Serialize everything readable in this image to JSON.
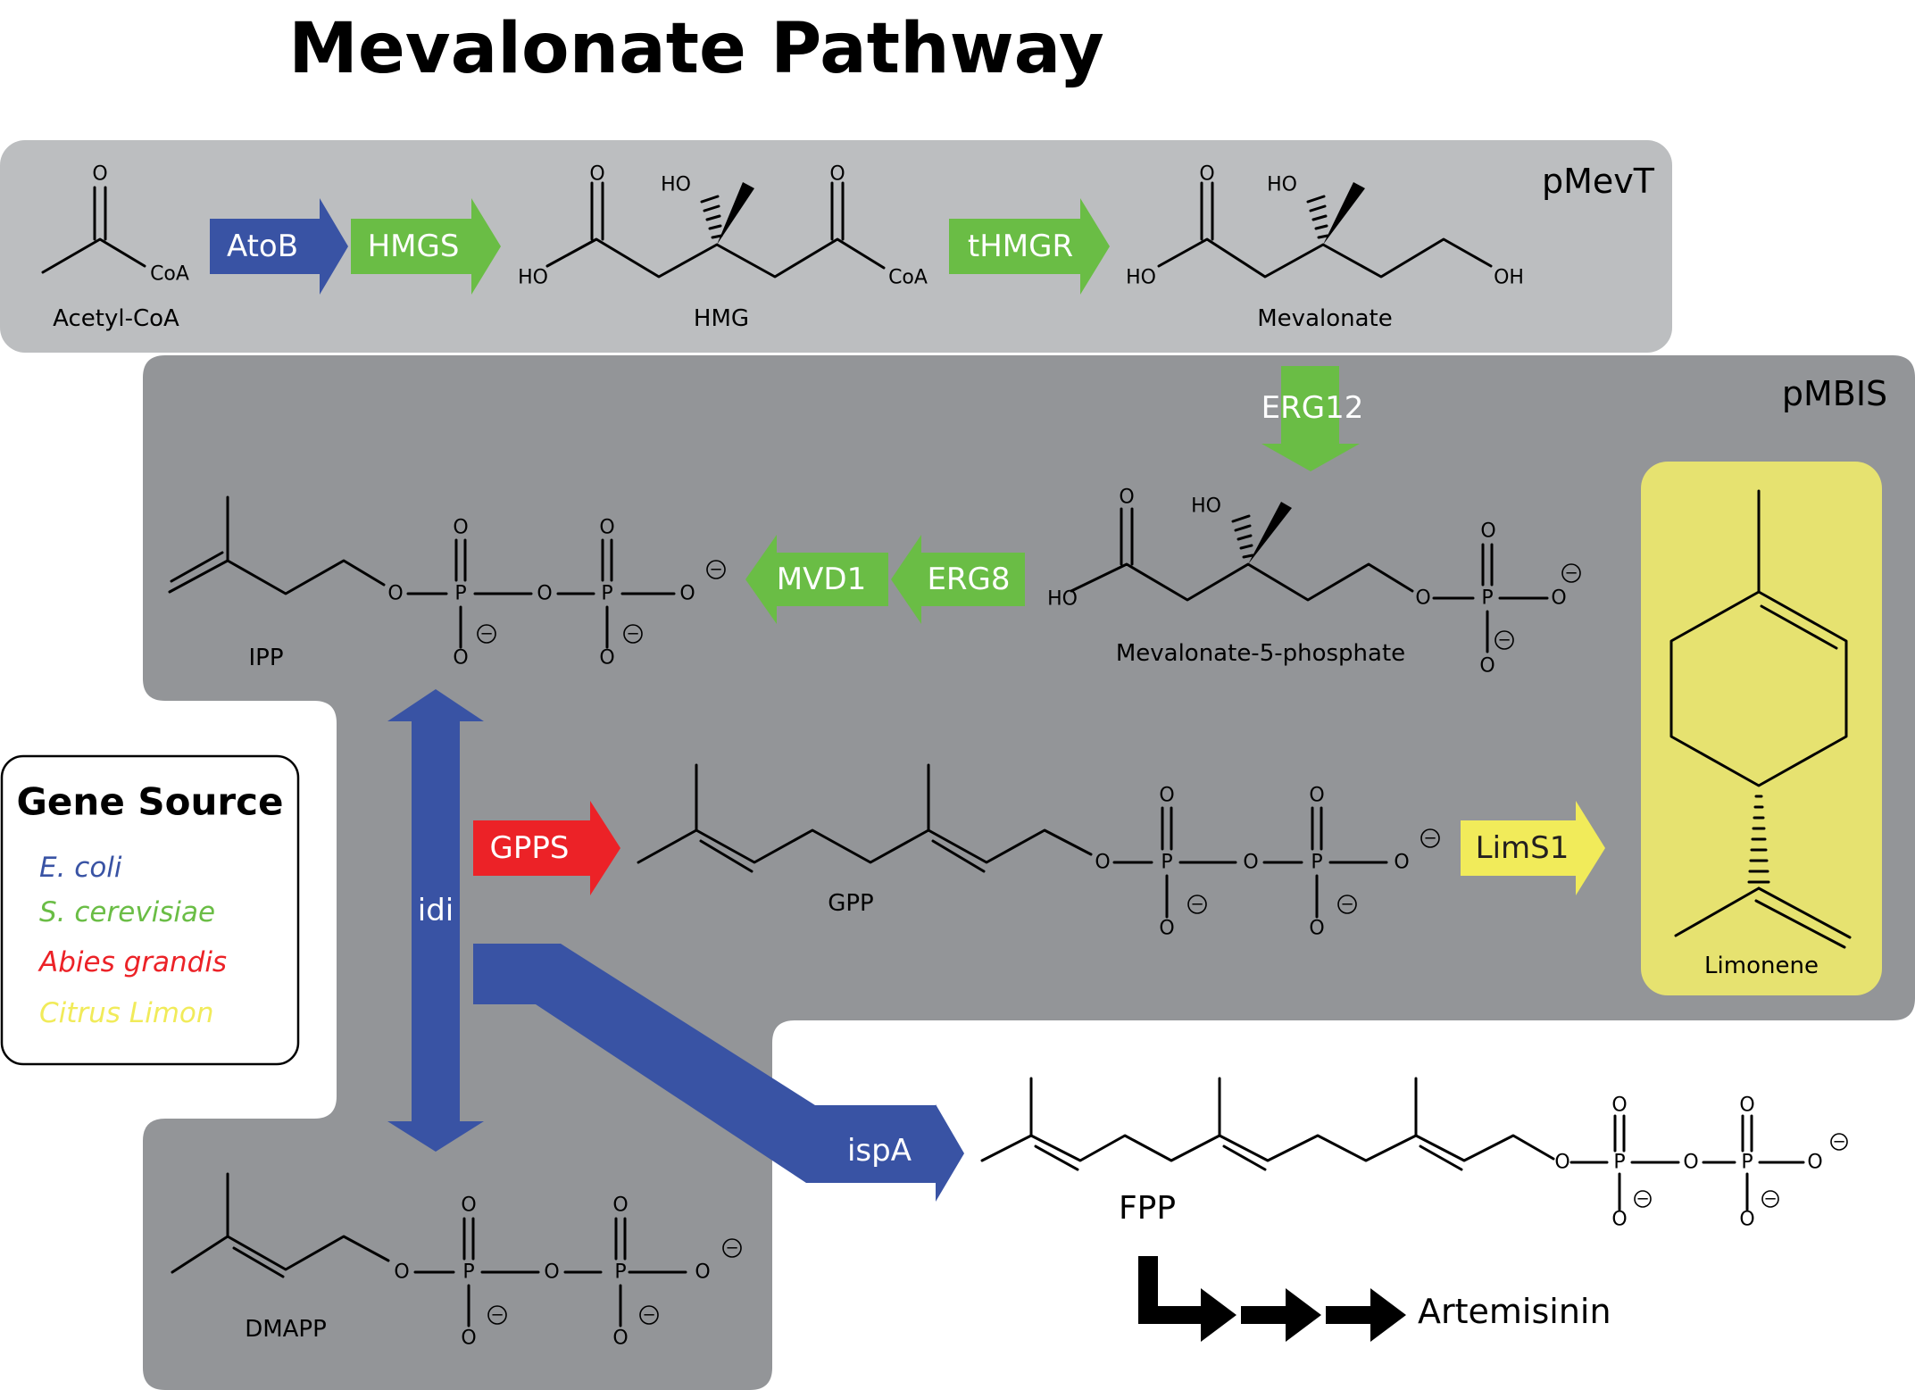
{
  "title": "Mevalonate Pathway",
  "colors": {
    "ecoli": "#3953a4",
    "yeast": "#6abd45",
    "abies": "#ec2227",
    "citrus": "#f1eb5a",
    "box_light": "#bcbec0",
    "box_dark": "#939598",
    "limonene_bg": "#e6e270"
  },
  "plasmids": {
    "top": "pMevT",
    "middle": "pMBIS"
  },
  "legend": {
    "title": "Gene Source",
    "items": [
      {
        "label": "E. coli",
        "color": "#3953a4"
      },
      {
        "label": "S. cerevisiae",
        "color": "#6abd45"
      },
      {
        "label": "Abies grandis",
        "color": "#ec2227"
      },
      {
        "label": "Citrus Limon",
        "color": "#f1eb5a"
      }
    ]
  },
  "enzymes": {
    "atob": "AtoB",
    "hmgs": "HMGS",
    "thmgr": "tHMGR",
    "erg12": "ERG12",
    "erg8": "ERG8",
    "mvd1": "MVD1",
    "idi": "idi",
    "gpps": "GPPS",
    "lims1": "LimS1",
    "ispa": "ispA"
  },
  "compounds": {
    "acetyl_coa": "Acetyl-CoA",
    "hmg": "HMG",
    "mevalonate": "Mevalonate",
    "m5p": "Mevalonate-5-phosphate",
    "ipp": "IPP",
    "dmapp": "DMAPP",
    "gpp": "GPP",
    "fpp": "FPP",
    "limonene": "Limonene",
    "artemisinin": "Artemisinin"
  },
  "atoms": {
    "O": "O",
    "P": "P",
    "HO": "HO",
    "OH": "OH",
    "CoA": "CoA",
    "minus": "−"
  }
}
